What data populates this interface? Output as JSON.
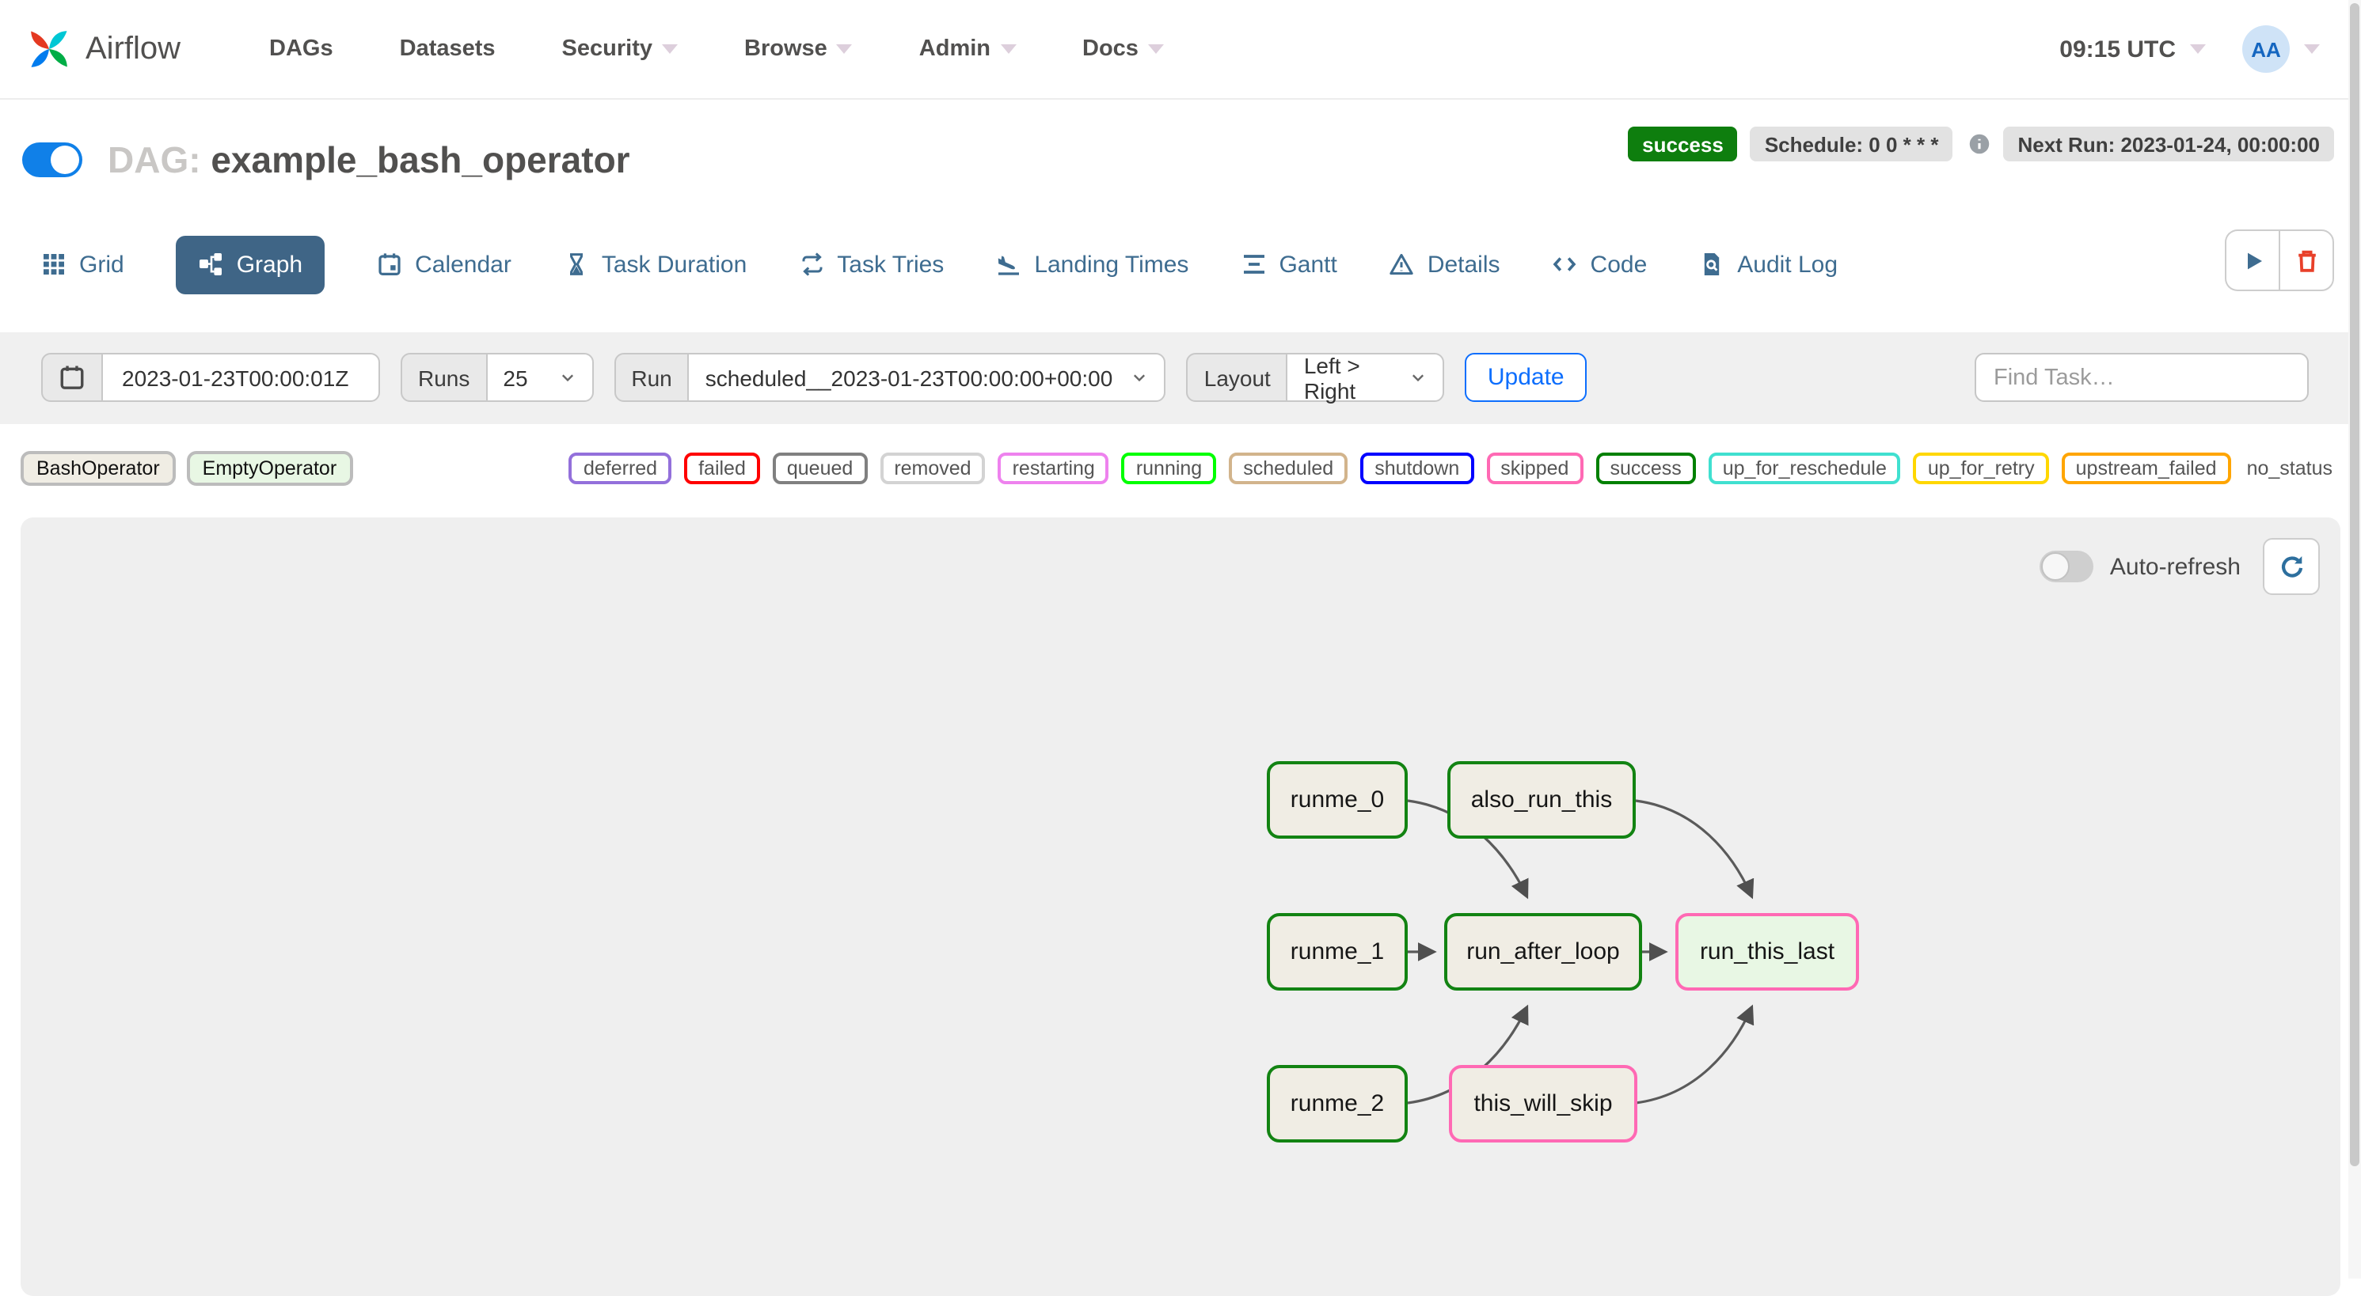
{
  "colors": {
    "accent_blue": "#0d6efd",
    "tab_blue": "#3e6c90",
    "active_tab_bg": "#3f6586",
    "success_badge_green": "#0e7e0e",
    "toggle_on_blue": "#1080e8",
    "trash_red": "#e8402a",
    "edge_gray": "#555555",
    "panel_bg": "#efefef"
  },
  "icons": {
    "brand": "pinwheel-logo",
    "grid": "3x3-grid",
    "graph": "node-tree",
    "calendar": "calendar",
    "task_duration": "hourglass",
    "task_tries": "repeat-arrows",
    "landing_times": "plane-landing",
    "gantt": "horizontal-bars",
    "details": "warning-triangle",
    "code": "angle-brackets",
    "audit_log": "document-magnifier",
    "trigger": "play-triangle",
    "delete": "trash-can",
    "refresh": "circular-arrow",
    "info": "info-circle"
  },
  "navbar": {
    "brand": "Airflow",
    "items": [
      {
        "label": "DAGs",
        "caret": false
      },
      {
        "label": "Datasets",
        "caret": false
      },
      {
        "label": "Security",
        "caret": true
      },
      {
        "label": "Browse",
        "caret": true
      },
      {
        "label": "Admin",
        "caret": true
      },
      {
        "label": "Docs",
        "caret": true
      }
    ],
    "clock": "09:15 UTC",
    "avatar_initials": "AA"
  },
  "dag_header": {
    "prefix": "DAG:",
    "title": "example_bash_operator",
    "toggle_state": "on",
    "status_badge": "success",
    "schedule_badge": "Schedule: 0 0 * * *",
    "next_run_badge": "Next Run: 2023-01-24, 00:00:00"
  },
  "tabs": [
    {
      "label": "Grid",
      "active": false
    },
    {
      "label": "Graph",
      "active": true
    },
    {
      "label": "Calendar",
      "active": false
    },
    {
      "label": "Task Duration",
      "active": false
    },
    {
      "label": "Task Tries",
      "active": false
    },
    {
      "label": "Landing Times",
      "active": false
    },
    {
      "label": "Gantt",
      "active": false
    },
    {
      "label": "Details",
      "active": false
    },
    {
      "label": "Code",
      "active": false
    },
    {
      "label": "Audit Log",
      "active": false
    }
  ],
  "filter_bar": {
    "base_date_value": "2023-01-23T00:00:01Z",
    "runs_label": "Runs",
    "runs_value": "25",
    "run_label": "Run",
    "run_value": "scheduled__2023-01-23T00:00:00+00:00",
    "layout_label": "Layout",
    "layout_value": "Left > Right",
    "update_button": "Update",
    "find_task_placeholder": "Find Task…"
  },
  "legend": {
    "operators": [
      {
        "label": "BashOperator",
        "fill": "#f0ede4"
      },
      {
        "label": "EmptyOperator",
        "fill": "#e8f7e4"
      }
    ],
    "states": [
      {
        "label": "deferred",
        "color": "#9370db"
      },
      {
        "label": "failed",
        "color": "#ff0000"
      },
      {
        "label": "queued",
        "color": "#808080"
      },
      {
        "label": "removed",
        "color": "#d3d3d3"
      },
      {
        "label": "restarting",
        "color": "#ee82ee"
      },
      {
        "label": "running",
        "color": "#00ff00"
      },
      {
        "label": "scheduled",
        "color": "#d2b48c"
      },
      {
        "label": "shutdown",
        "color": "#0000ff"
      },
      {
        "label": "skipped",
        "color": "#ff69b4"
      },
      {
        "label": "success",
        "color": "#008000"
      },
      {
        "label": "up_for_reschedule",
        "color": "#40e0d0"
      },
      {
        "label": "up_for_retry",
        "color": "#ffd700"
      },
      {
        "label": "upstream_failed",
        "color": "#ffa500"
      }
    ],
    "no_status_label": "no_status"
  },
  "graph_panel": {
    "auto_refresh_label": "Auto-refresh",
    "auto_refresh_state": "off",
    "nodes": [
      {
        "id": "runme_0",
        "label": "runme_0",
        "operator": "BashOperator",
        "state": "success",
        "fill": "#f0ede4",
        "border": "#128312"
      },
      {
        "id": "also_run_this",
        "label": "also_run_this",
        "operator": "BashOperator",
        "state": "success",
        "fill": "#f0ede4",
        "border": "#128312"
      },
      {
        "id": "runme_1",
        "label": "runme_1",
        "operator": "BashOperator",
        "state": "success",
        "fill": "#f0ede4",
        "border": "#128312"
      },
      {
        "id": "run_after_loop",
        "label": "run_after_loop",
        "operator": "BashOperator",
        "state": "success",
        "fill": "#f0ede4",
        "border": "#128312"
      },
      {
        "id": "run_this_last",
        "label": "run_this_last",
        "operator": "EmptyOperator",
        "state": "skipped",
        "fill": "#e8f7e4",
        "border": "#ff69b4"
      },
      {
        "id": "runme_2",
        "label": "runme_2",
        "operator": "BashOperator",
        "state": "success",
        "fill": "#f0ede4",
        "border": "#128312"
      },
      {
        "id": "this_will_skip",
        "label": "this_will_skip",
        "operator": "BashOperator",
        "state": "skipped",
        "fill": "#f0ede4",
        "border": "#ff69b4"
      }
    ],
    "edges": [
      {
        "from": "runme_0",
        "to": "run_after_loop"
      },
      {
        "from": "runme_1",
        "to": "run_after_loop"
      },
      {
        "from": "runme_2",
        "to": "run_after_loop"
      },
      {
        "from": "also_run_this",
        "to": "run_this_last"
      },
      {
        "from": "run_after_loop",
        "to": "run_this_last"
      },
      {
        "from": "this_will_skip",
        "to": "run_this_last"
      }
    ]
  }
}
